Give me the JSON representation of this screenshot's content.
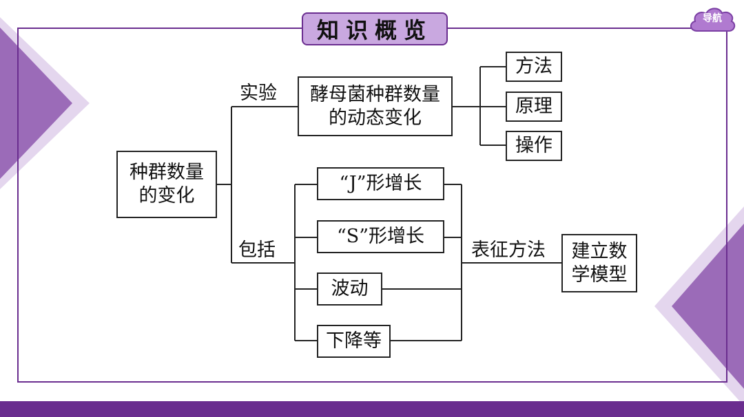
{
  "header": {
    "title": "知识概览",
    "nav_label": "导航"
  },
  "diagram": {
    "root": "种群数量的变化",
    "experiment_edge": "实验",
    "experiment_node": "酵母菌种群数量的动态变化",
    "experiment_children": [
      "方法",
      "原理",
      "操作"
    ],
    "includes_edge": "包括",
    "growth_types": [
      "“J”形增长",
      "“S”形增长",
      "波动",
      "下降等"
    ],
    "method_edge": "表征方法",
    "model_node": "建立数学模型"
  },
  "colors": {
    "accent": "#6a2d8f",
    "title_fill": "#c9a8e0",
    "triangle_fill": "#9b6bb8"
  }
}
